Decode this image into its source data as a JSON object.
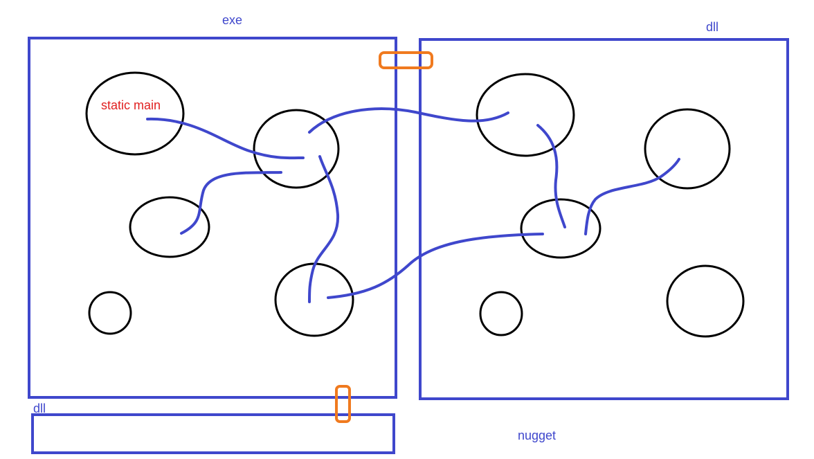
{
  "labels": {
    "exe": "exe",
    "dll_top": "dll",
    "dll_bottom": "dll",
    "nugget": "nugget",
    "static_main": "static main"
  },
  "colors": {
    "box": "#3f47cc",
    "node": "#000000",
    "wire": "#3f47cc",
    "bridge": "#f07a1f",
    "static_main_text": "#e02020"
  }
}
